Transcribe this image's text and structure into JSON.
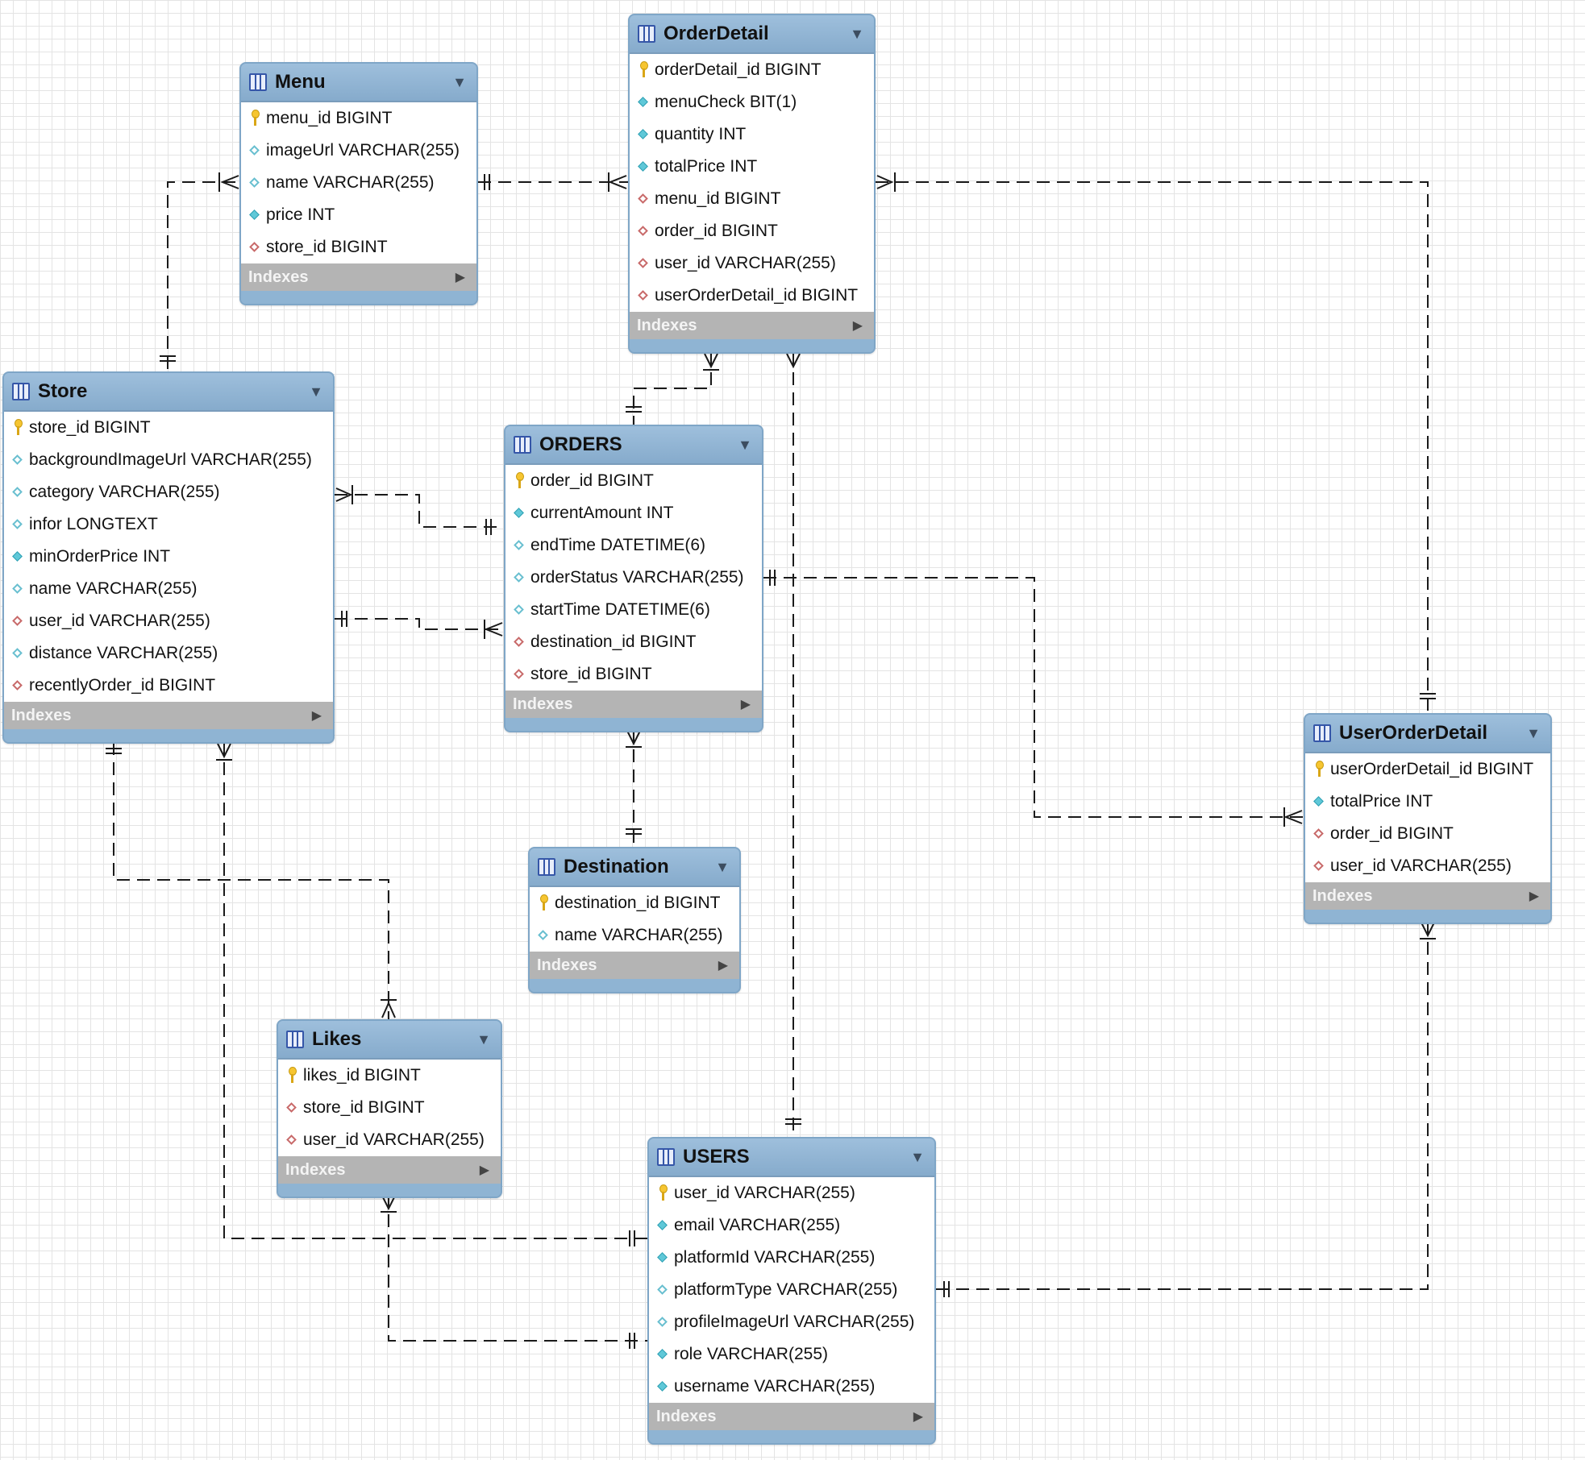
{
  "colors": {
    "header": "#8fb4d3",
    "indexes_bar": "#b4b4b4",
    "connector": "#1a1a1a",
    "grid": "#e4e4e4"
  },
  "tables": [
    {
      "id": "menu",
      "name": "Menu",
      "columns": [
        {
          "text": "menu_id BIGINT",
          "icon": "primary-key-icon"
        },
        {
          "text": "imageUrl VARCHAR(255)",
          "icon": "nullable-column-icon"
        },
        {
          "text": "name VARCHAR(255)",
          "icon": "nullable-column-icon"
        },
        {
          "text": "price INT",
          "icon": "not-null-column-icon"
        },
        {
          "text": "store_id BIGINT",
          "icon": "foreign-key-icon"
        }
      ],
      "indexes_label": "Indexes"
    },
    {
      "id": "orderdetail",
      "name": "OrderDetail",
      "columns": [
        {
          "text": "orderDetail_id BIGINT",
          "icon": "primary-key-icon"
        },
        {
          "text": "menuCheck BIT(1)",
          "icon": "not-null-column-icon"
        },
        {
          "text": "quantity INT",
          "icon": "not-null-column-icon"
        },
        {
          "text": "totalPrice INT",
          "icon": "not-null-column-icon"
        },
        {
          "text": "menu_id BIGINT",
          "icon": "foreign-key-icon"
        },
        {
          "text": "order_id BIGINT",
          "icon": "foreign-key-icon"
        },
        {
          "text": "user_id VARCHAR(255)",
          "icon": "foreign-key-icon"
        },
        {
          "text": "userOrderDetail_id BIGINT",
          "icon": "foreign-key-icon"
        }
      ],
      "indexes_label": "Indexes"
    },
    {
      "id": "store",
      "name": "Store",
      "columns": [
        {
          "text": "store_id BIGINT",
          "icon": "primary-key-icon"
        },
        {
          "text": "backgroundImageUrl VARCHAR(255)",
          "icon": "nullable-column-icon"
        },
        {
          "text": "category VARCHAR(255)",
          "icon": "nullable-column-icon"
        },
        {
          "text": "infor LONGTEXT",
          "icon": "nullable-column-icon"
        },
        {
          "text": "minOrderPrice INT",
          "icon": "not-null-column-icon"
        },
        {
          "text": "name VARCHAR(255)",
          "icon": "nullable-column-icon"
        },
        {
          "text": "user_id VARCHAR(255)",
          "icon": "foreign-key-icon"
        },
        {
          "text": "distance VARCHAR(255)",
          "icon": "nullable-column-icon"
        },
        {
          "text": "recentlyOrder_id BIGINT",
          "icon": "foreign-key-icon"
        }
      ],
      "indexes_label": "Indexes"
    },
    {
      "id": "orders",
      "name": "ORDERS",
      "columns": [
        {
          "text": "order_id BIGINT",
          "icon": "primary-key-icon"
        },
        {
          "text": "currentAmount INT",
          "icon": "not-null-column-icon"
        },
        {
          "text": "endTime DATETIME(6)",
          "icon": "nullable-column-icon"
        },
        {
          "text": "orderStatus VARCHAR(255)",
          "icon": "nullable-column-icon"
        },
        {
          "text": "startTime DATETIME(6)",
          "icon": "nullable-column-icon"
        },
        {
          "text": "destination_id BIGINT",
          "icon": "foreign-key-icon"
        },
        {
          "text": "store_id BIGINT",
          "icon": "foreign-key-icon"
        }
      ],
      "indexes_label": "Indexes"
    },
    {
      "id": "userorderdetail",
      "name": "UserOrderDetail",
      "columns": [
        {
          "text": "userOrderDetail_id BIGINT",
          "icon": "primary-key-icon"
        },
        {
          "text": "totalPrice INT",
          "icon": "not-null-column-icon"
        },
        {
          "text": "order_id BIGINT",
          "icon": "foreign-key-icon"
        },
        {
          "text": "user_id VARCHAR(255)",
          "icon": "foreign-key-icon"
        }
      ],
      "indexes_label": "Indexes"
    },
    {
      "id": "destination",
      "name": "Destination",
      "columns": [
        {
          "text": "destination_id BIGINT",
          "icon": "primary-key-icon"
        },
        {
          "text": "name VARCHAR(255)",
          "icon": "nullable-column-icon"
        }
      ],
      "indexes_label": "Indexes"
    },
    {
      "id": "likes",
      "name": "Likes",
      "columns": [
        {
          "text": "likes_id BIGINT",
          "icon": "primary-key-icon"
        },
        {
          "text": "store_id BIGINT",
          "icon": "foreign-key-icon"
        },
        {
          "text": "user_id VARCHAR(255)",
          "icon": "foreign-key-icon"
        }
      ],
      "indexes_label": "Indexes"
    },
    {
      "id": "users",
      "name": "USERS",
      "columns": [
        {
          "text": "user_id VARCHAR(255)",
          "icon": "primary-key-icon"
        },
        {
          "text": "email VARCHAR(255)",
          "icon": "not-null-column-icon"
        },
        {
          "text": "platformId VARCHAR(255)",
          "icon": "not-null-column-icon"
        },
        {
          "text": "platformType VARCHAR(255)",
          "icon": "nullable-column-icon"
        },
        {
          "text": "profileImageUrl VARCHAR(255)",
          "icon": "nullable-column-icon"
        },
        {
          "text": "role VARCHAR(255)",
          "icon": "not-null-column-icon"
        },
        {
          "text": "username VARCHAR(255)",
          "icon": "not-null-column-icon"
        }
      ],
      "indexes_label": "Indexes"
    }
  ],
  "relationships": [
    {
      "from": "Store",
      "to": "Menu",
      "type": "one-to-many"
    },
    {
      "from": "Menu",
      "to": "OrderDetail",
      "type": "one-to-many"
    },
    {
      "from": "ORDERS",
      "to": "OrderDetail",
      "type": "one-to-many"
    },
    {
      "from": "UserOrderDetail",
      "to": "OrderDetail",
      "type": "one-to-many"
    },
    {
      "from": "USERS",
      "to": "OrderDetail",
      "type": "one-to-many"
    },
    {
      "from": "ORDERS",
      "to": "Store",
      "type": "one-to-many"
    },
    {
      "from": "Store",
      "to": "ORDERS",
      "type": "one-to-many"
    },
    {
      "from": "ORDERS",
      "to": "UserOrderDetail",
      "type": "one-to-many"
    },
    {
      "from": "Destination",
      "to": "ORDERS",
      "type": "one-to-many"
    },
    {
      "from": "Store",
      "to": "Likes",
      "type": "one-to-many"
    },
    {
      "from": "USERS",
      "to": "Store",
      "type": "one-to-many"
    },
    {
      "from": "USERS",
      "to": "Likes",
      "type": "one-to-many"
    },
    {
      "from": "USERS",
      "to": "UserOrderDetail",
      "type": "one-to-many"
    }
  ]
}
